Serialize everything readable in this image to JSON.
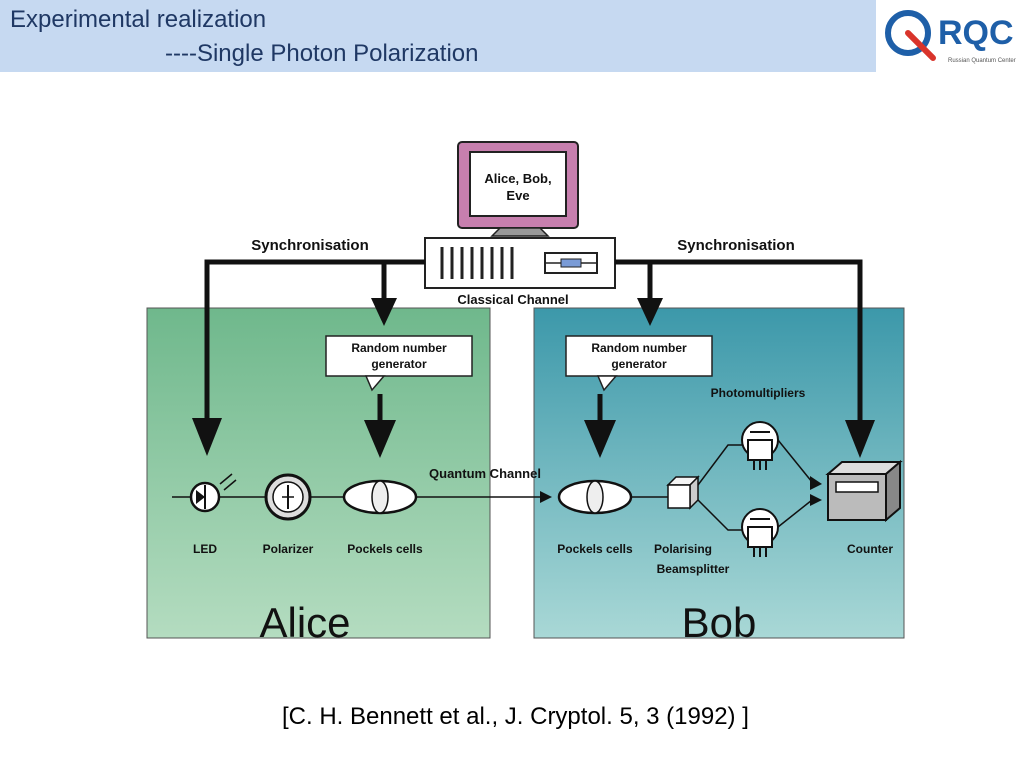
{
  "slide": {
    "title_line1": "Experimental realization",
    "title_line2": "----Single Photon Polarization",
    "citation": "[C. H. Bennett et al., J. Cryptol. 5, 3 (1992) ]"
  },
  "logo": {
    "text": "RQC",
    "subtitle": "Russian Quantum Center"
  },
  "diagram": {
    "monitor_text": [
      "Alice, Bob,",
      "Eve"
    ],
    "classical_channel": "Classical Channel",
    "sync_left": "Synchronisation",
    "sync_right": "Synchronisation",
    "quantum_channel": "Quantum Channel",
    "alice": {
      "name": "Alice",
      "rng": [
        "Random number",
        "generator"
      ],
      "led": "LED",
      "polarizer": "Polarizer",
      "pockels": "Pockels cells"
    },
    "bob": {
      "name": "Bob",
      "rng": [
        "Random number",
        "generator"
      ],
      "pockels": "Pockels cells",
      "beamsplitter": [
        "Polarising",
        "Beamsplitter"
      ],
      "photomultipliers": "Photomultipliers",
      "counter": "Counter"
    }
  },
  "colors": {
    "title_bar": "#c6d9f1",
    "title_text": "#1f3864",
    "alice_box": "#7ebf9a",
    "bob_box": "#4aa3b3",
    "monitor_frame": "#b86a9a",
    "logo_blue": "#1e5fa8",
    "logo_red": "#d9342b"
  }
}
